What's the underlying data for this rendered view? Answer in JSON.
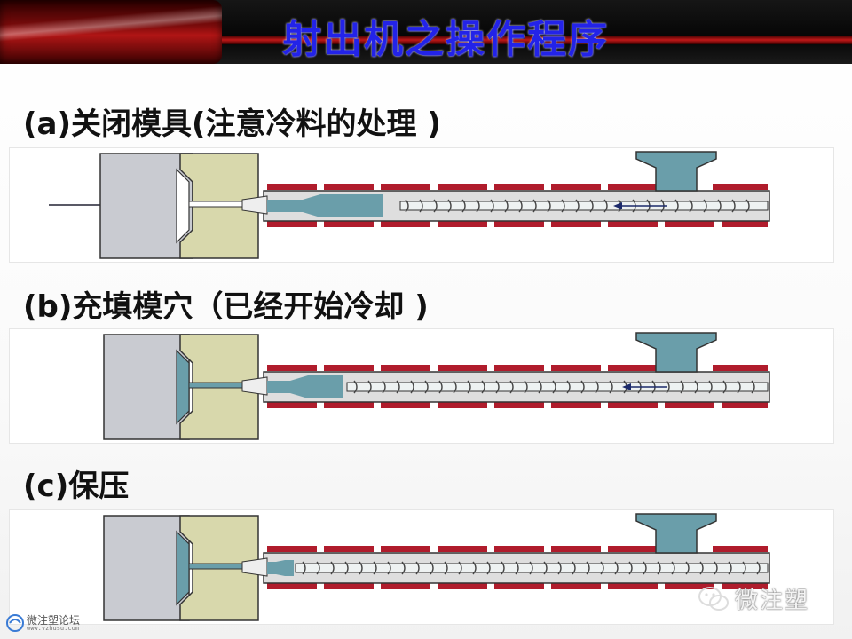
{
  "header": {
    "title": "射出机之操作程序"
  },
  "steps": [
    {
      "label": "(a)关闭模具(注意冷料的处理 )"
    },
    {
      "label": "(b)充填模穴（已经开始冷却 )"
    },
    {
      "label": "(c)保压"
    }
  ],
  "watermark": {
    "wechat_text": "微注塑",
    "logo_name": "微注塑论坛",
    "logo_url": "www.vzhusu.com"
  },
  "colors": {
    "title": "#2323e8",
    "mold_fixed": "#c9cbd1",
    "mold_moving": "#d8d8ac",
    "heater": "#b01c2c",
    "barrel": "#dedede",
    "melt": "#6a9eaa"
  }
}
